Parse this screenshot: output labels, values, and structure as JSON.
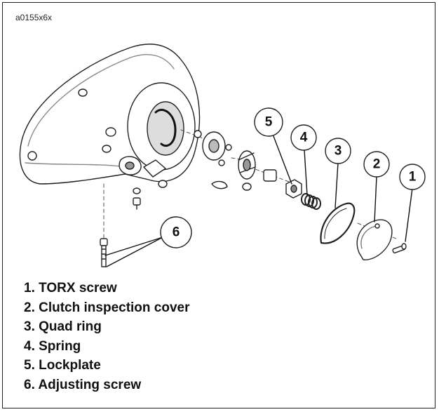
{
  "figure_id": "a0155x6x",
  "callouts": [
    "1",
    "2",
    "3",
    "4",
    "5",
    "6"
  ],
  "legend": [
    "1. TORX screw",
    "2. Clutch inspection cover",
    "3. Quad ring",
    "4. Spring",
    "5. Lockplate",
    "6. Adjusting screw"
  ]
}
